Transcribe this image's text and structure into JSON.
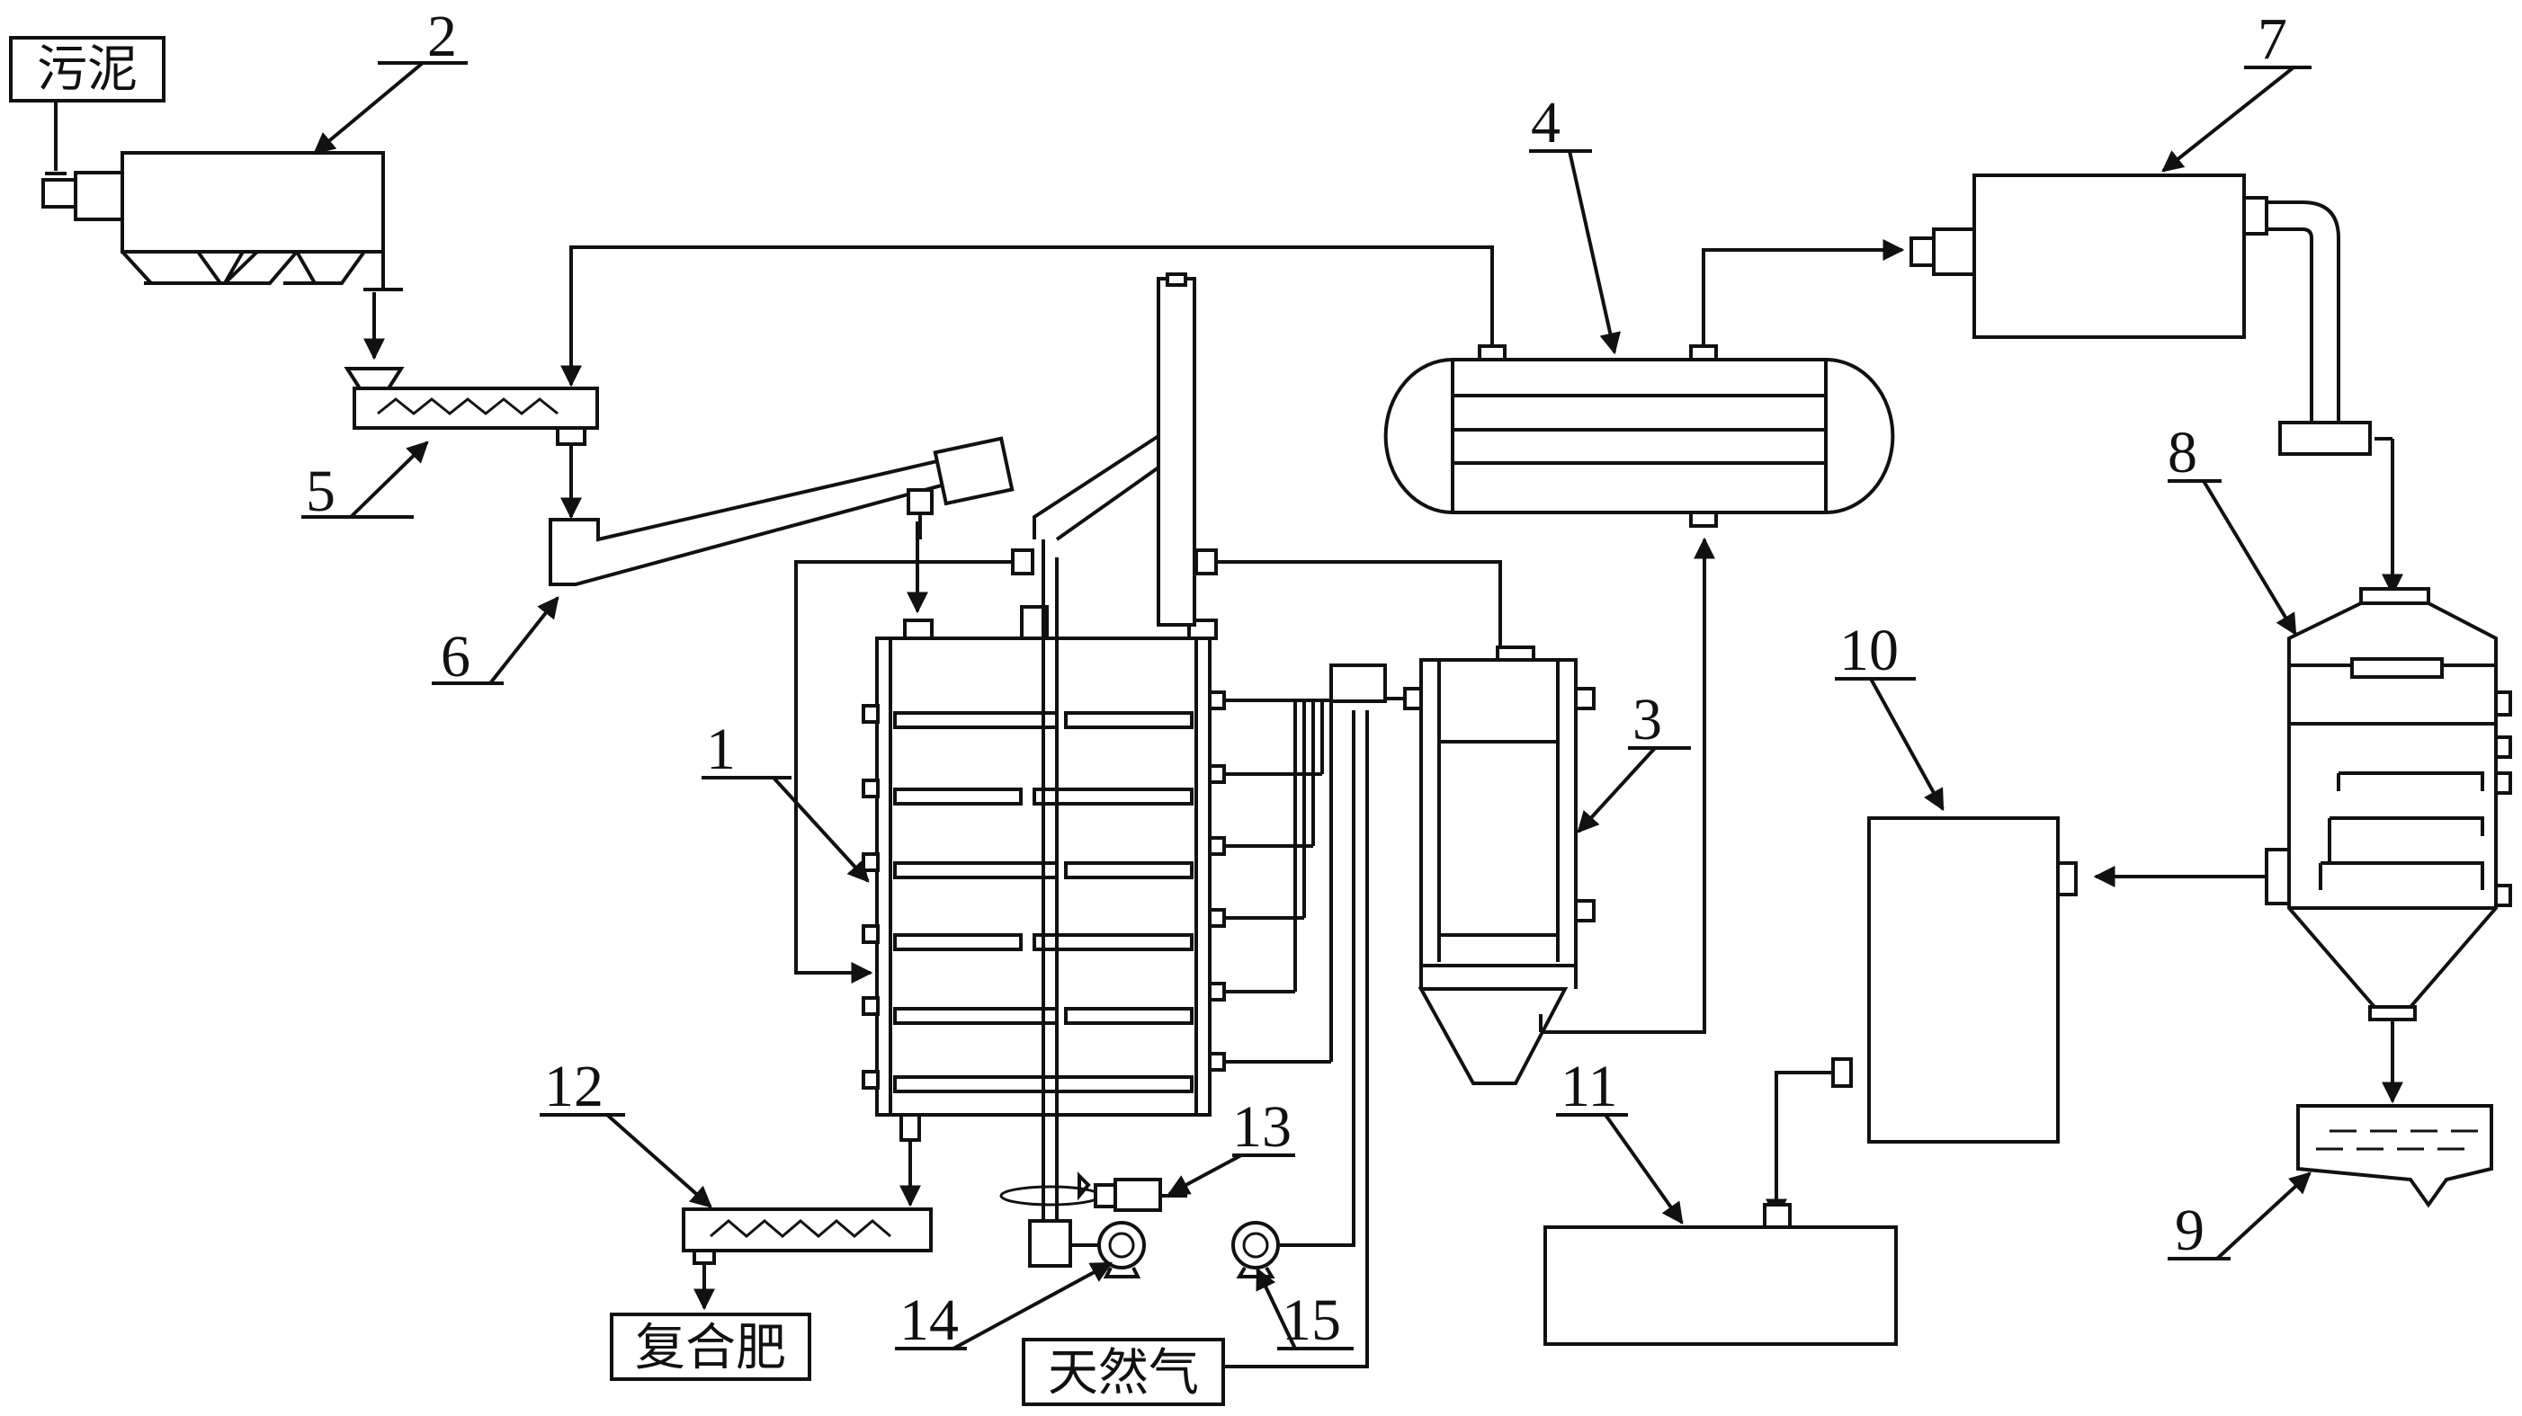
{
  "text_labels": {
    "sludge": "污泥",
    "compound_fertilizer": "复合肥",
    "natural_gas": "天然气"
  },
  "callouts": [
    "1",
    "2",
    "3",
    "4",
    "5",
    "6",
    "7",
    "8",
    "9",
    "10",
    "11",
    "12",
    "13",
    "14",
    "15"
  ]
}
